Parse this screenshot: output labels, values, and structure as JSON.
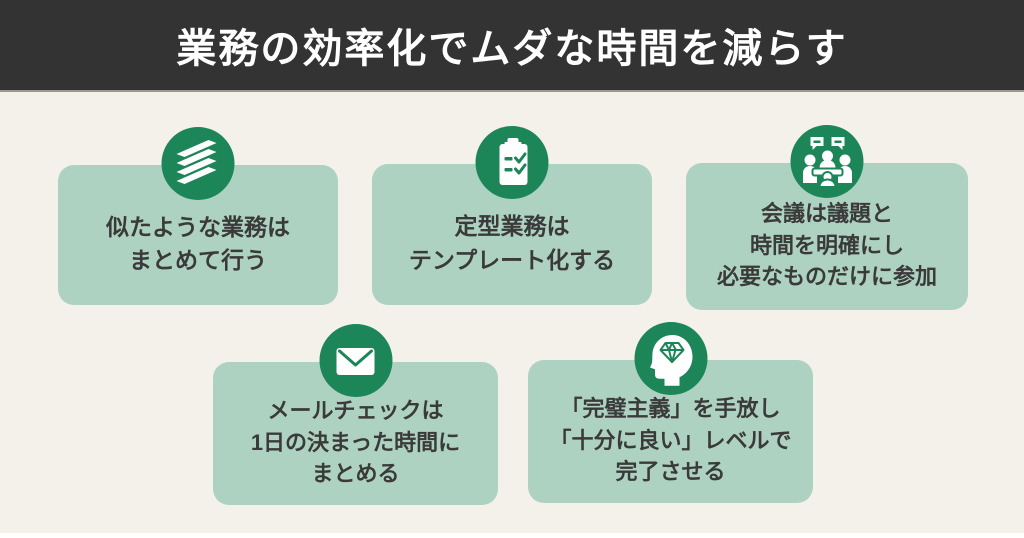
{
  "header": {
    "title": "業務の効率化でムダな時間を減らす"
  },
  "cards": [
    {
      "icon": "layers-icon",
      "lines": [
        "似たような業務は",
        "まとめて行う"
      ]
    },
    {
      "icon": "checklist-icon",
      "lines": [
        "定型業務は",
        "テンプレート化する"
      ]
    },
    {
      "icon": "meeting-icon",
      "lines": [
        "会議は議題と",
        "時間を明確にし",
        "必要なものだけに参加"
      ]
    },
    {
      "icon": "mail-icon",
      "lines": [
        "メールチェックは",
        "1日の決まった時間に",
        "まとめる"
      ]
    },
    {
      "icon": "mind-icon",
      "lines": [
        "「完璧主義」を手放し",
        "「十分に良い」レベルで",
        "完了させる"
      ]
    }
  ],
  "colors": {
    "header_background": "#333333",
    "page_background": "#f3f1ea",
    "card_background": "#aed2c2",
    "icon_circle": "#1c8659",
    "title_text": "#ffffff",
    "card_text": "#3a3a3a"
  }
}
